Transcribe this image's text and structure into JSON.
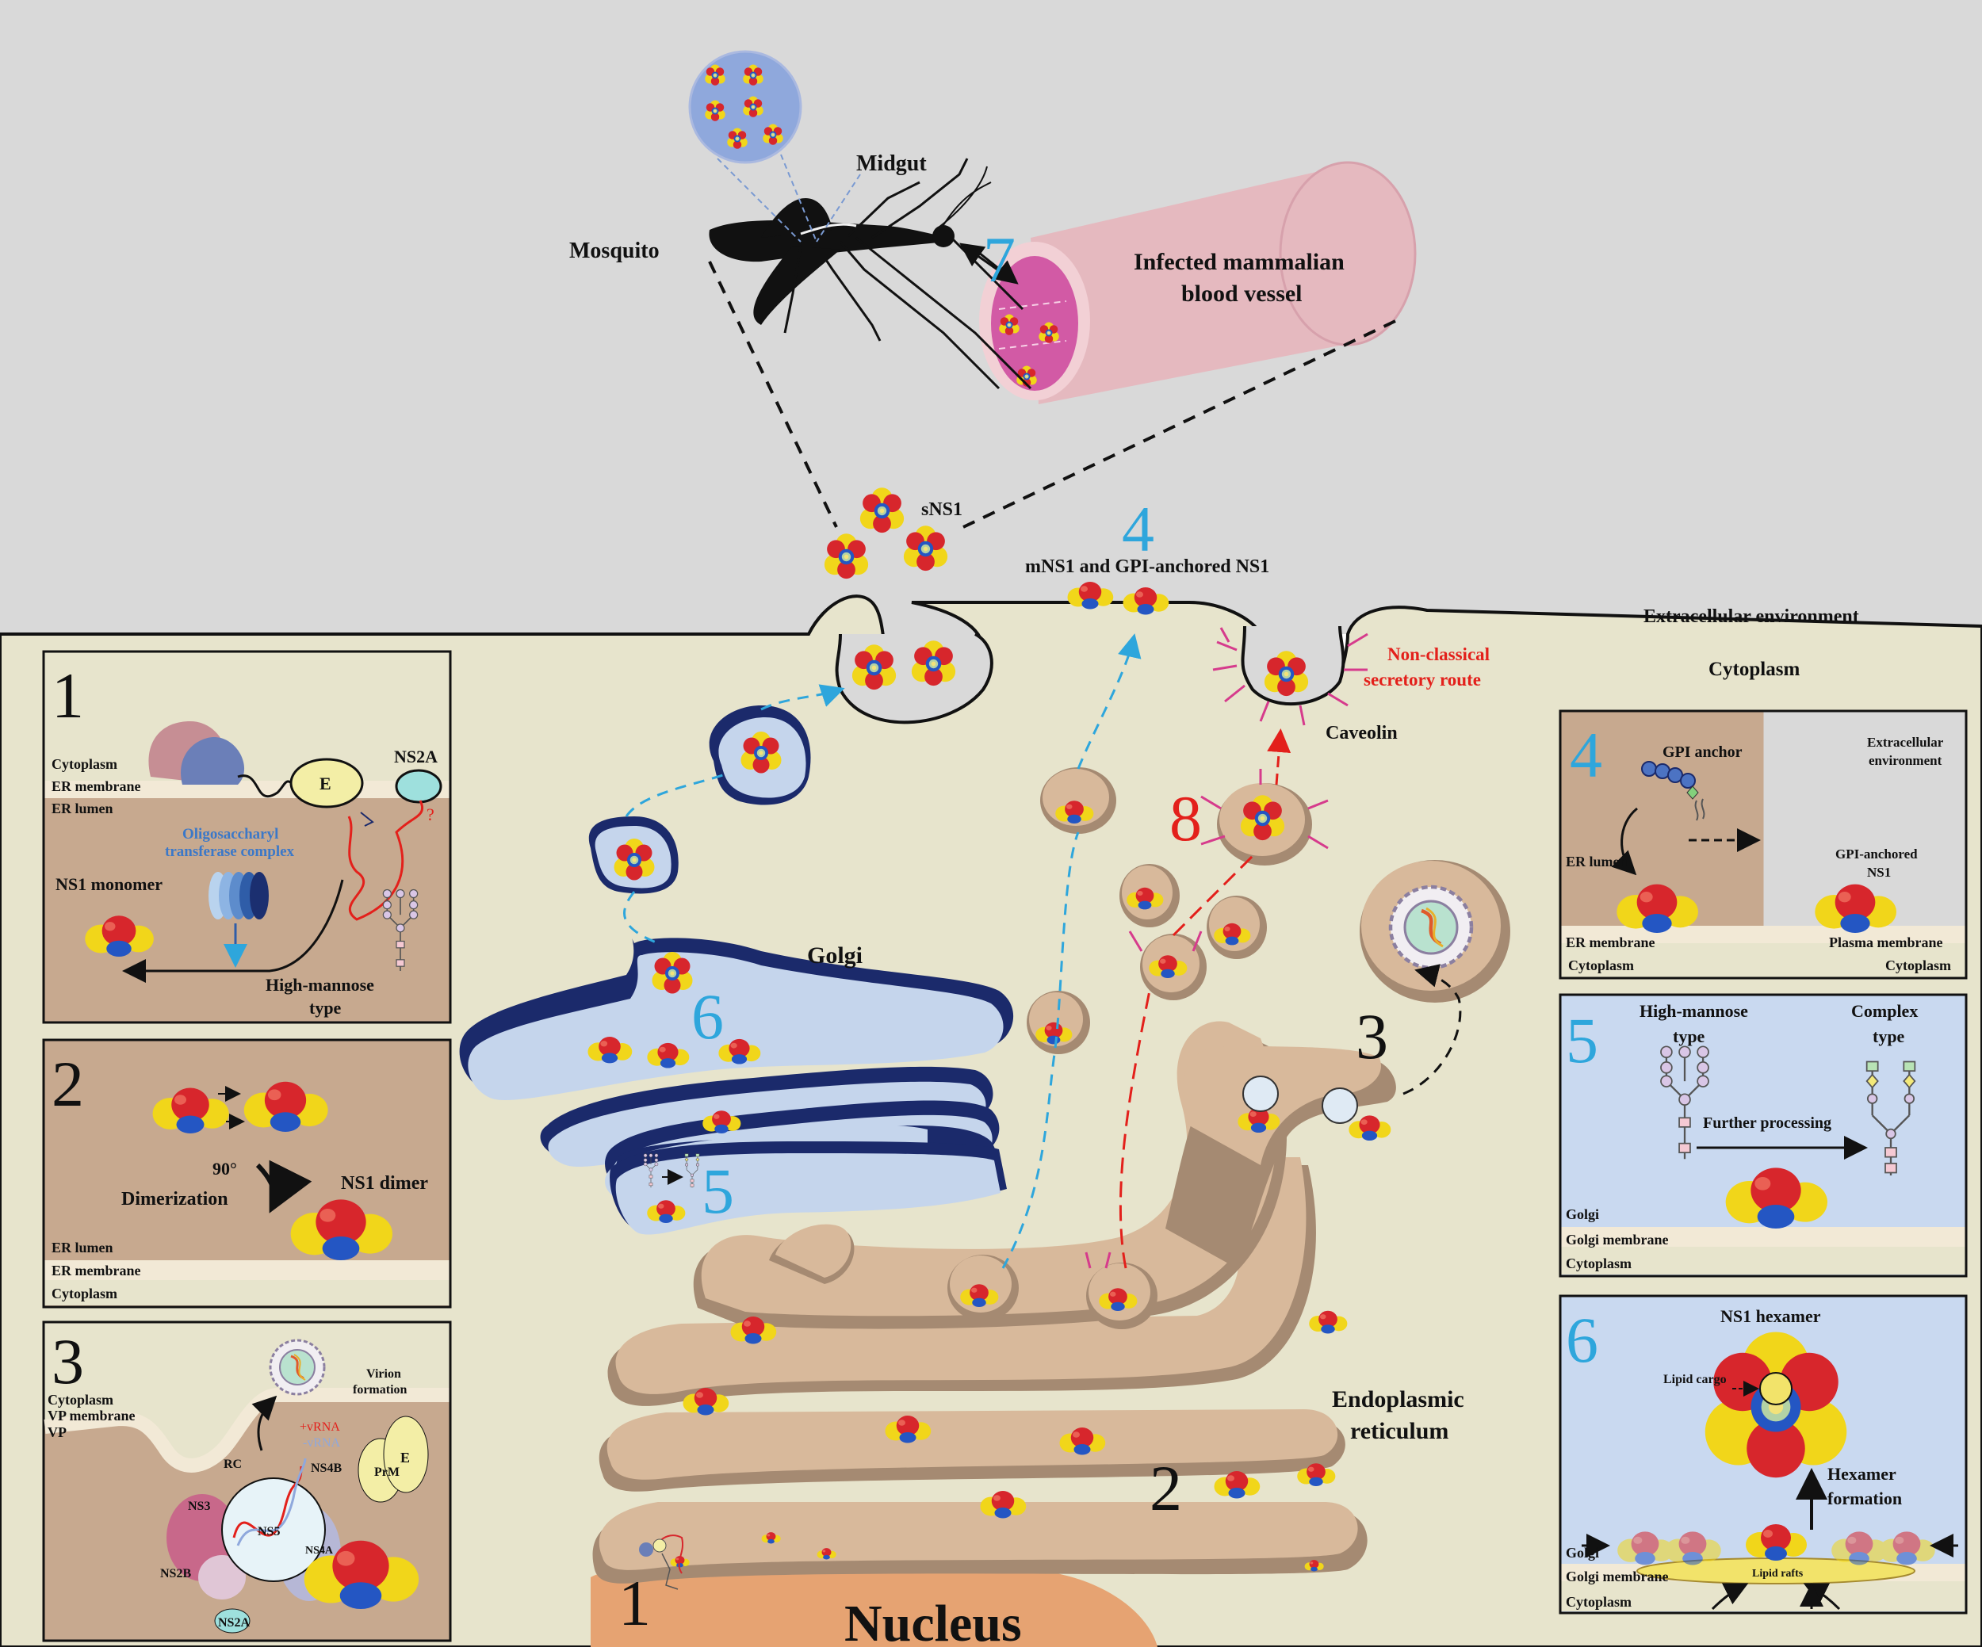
{
  "top": {
    "mosquito": "Mosquito",
    "midgut": "Midgut",
    "step7": "7",
    "vessel_line1": "Infected mammalian",
    "vessel_line2": "blood vessel",
    "sns1": "sNS1",
    "step4": "4",
    "mns1": "mNS1 and GPI-anchored NS1",
    "extracellular": "Extracellular environment"
  },
  "cell": {
    "nonclassical_1": "Non-classical",
    "nonclassical_2": "secretory route",
    "cytoplasm": "Cytoplasm",
    "caveolin": "Caveolin",
    "step8": "8",
    "golgi": "Golgi",
    "step6": "6",
    "step5": "5",
    "step3": "3",
    "step2": "2",
    "step1": "1",
    "er_1": "Endoplasmic",
    "er_2": "reticulum",
    "nucleus": "Nucleus"
  },
  "panel1": {
    "num": "1",
    "cytoplasm": "Cytoplasm",
    "er_membrane": "ER membrane",
    "er_lumen": "ER lumen",
    "e": "E",
    "ns2a": "NS2A",
    "question": "?",
    "ost_1": "Oligosaccharyl",
    "ost_2": "transferase complex",
    "monomer": "NS1 monomer",
    "hm_1": "High-mannose",
    "hm_2": "type"
  },
  "panel2": {
    "num": "2",
    "angle": "90°",
    "dimerization": "Dimerization",
    "dimer": "NS1 dimer",
    "er_lumen": "ER lumen",
    "er_membrane": "ER membrane",
    "cytoplasm": "Cytoplasm"
  },
  "panel3": {
    "num": "3",
    "virion_1": "Virion",
    "virion_2": "formation",
    "cytoplasm": "Cytoplasm",
    "vp_membrane": "VP membrane",
    "vp": "VP",
    "pos_rna": "+vRNA",
    "neg_rna": "-vRNA",
    "rc": "RC",
    "ns4b": "NS4B",
    "prm": "PrM",
    "e": "E",
    "ns3": "NS3",
    "ns5": "NS5",
    "ns4a": "NS4A",
    "ns2b": "NS2B",
    "ns2a": "NS2A"
  },
  "panel4": {
    "num": "4",
    "gpi": "GPI anchor",
    "extra_1": "Extracellular",
    "extra_2": "environment",
    "er_lumen": "ER lumen",
    "gpi_ns1_1": "GPI-anchored",
    "gpi_ns1_2": "NS1",
    "er_membrane": "ER membrane",
    "plasma_membrane": "Plasma membrane",
    "cyto_left": "Cytoplasm",
    "cyto_right": "Cytoplasm"
  },
  "panel5": {
    "num": "5",
    "hm_1": "High-mannose",
    "hm_2": "type",
    "complex_1": "Complex",
    "complex_2": "type",
    "further": "Further processing",
    "golgi": "Golgi",
    "golgi_membrane": "Golgi membrane",
    "cytoplasm": "Cytoplasm"
  },
  "panel6": {
    "num": "6",
    "hexamer": "NS1 hexamer",
    "lipid_cargo": "Lipid cargo",
    "hex_form_1": "Hexamer",
    "hex_form_2": "formation",
    "golgi": "Golgi",
    "golgi_membrane": "Golgi membrane",
    "lipid_rafts": "Lipid rafts",
    "cytoplasm": "Cytoplasm"
  },
  "colors": {
    "extracellular_bg": "#d9d9d9",
    "cytoplasm_bg": "#e7e4cc",
    "er_tan": "#d8b99b",
    "er_dark": "#a58a72",
    "golgi_blue": "#c5d5ec",
    "golgi_dark": "#1b2a6b",
    "nucleus": "#e6a372",
    "step_blue": "#2ea6dc",
    "step_red": "#e3201b",
    "ns1_red": "#d7262c",
    "ns1_yellow": "#f1d61a",
    "ns1_blue": "#2456c3",
    "caveolin_pink": "#d63b8c",
    "vessel_pink": "#e5b9bf",
    "lumen_magenta": "#d25aa5"
  }
}
